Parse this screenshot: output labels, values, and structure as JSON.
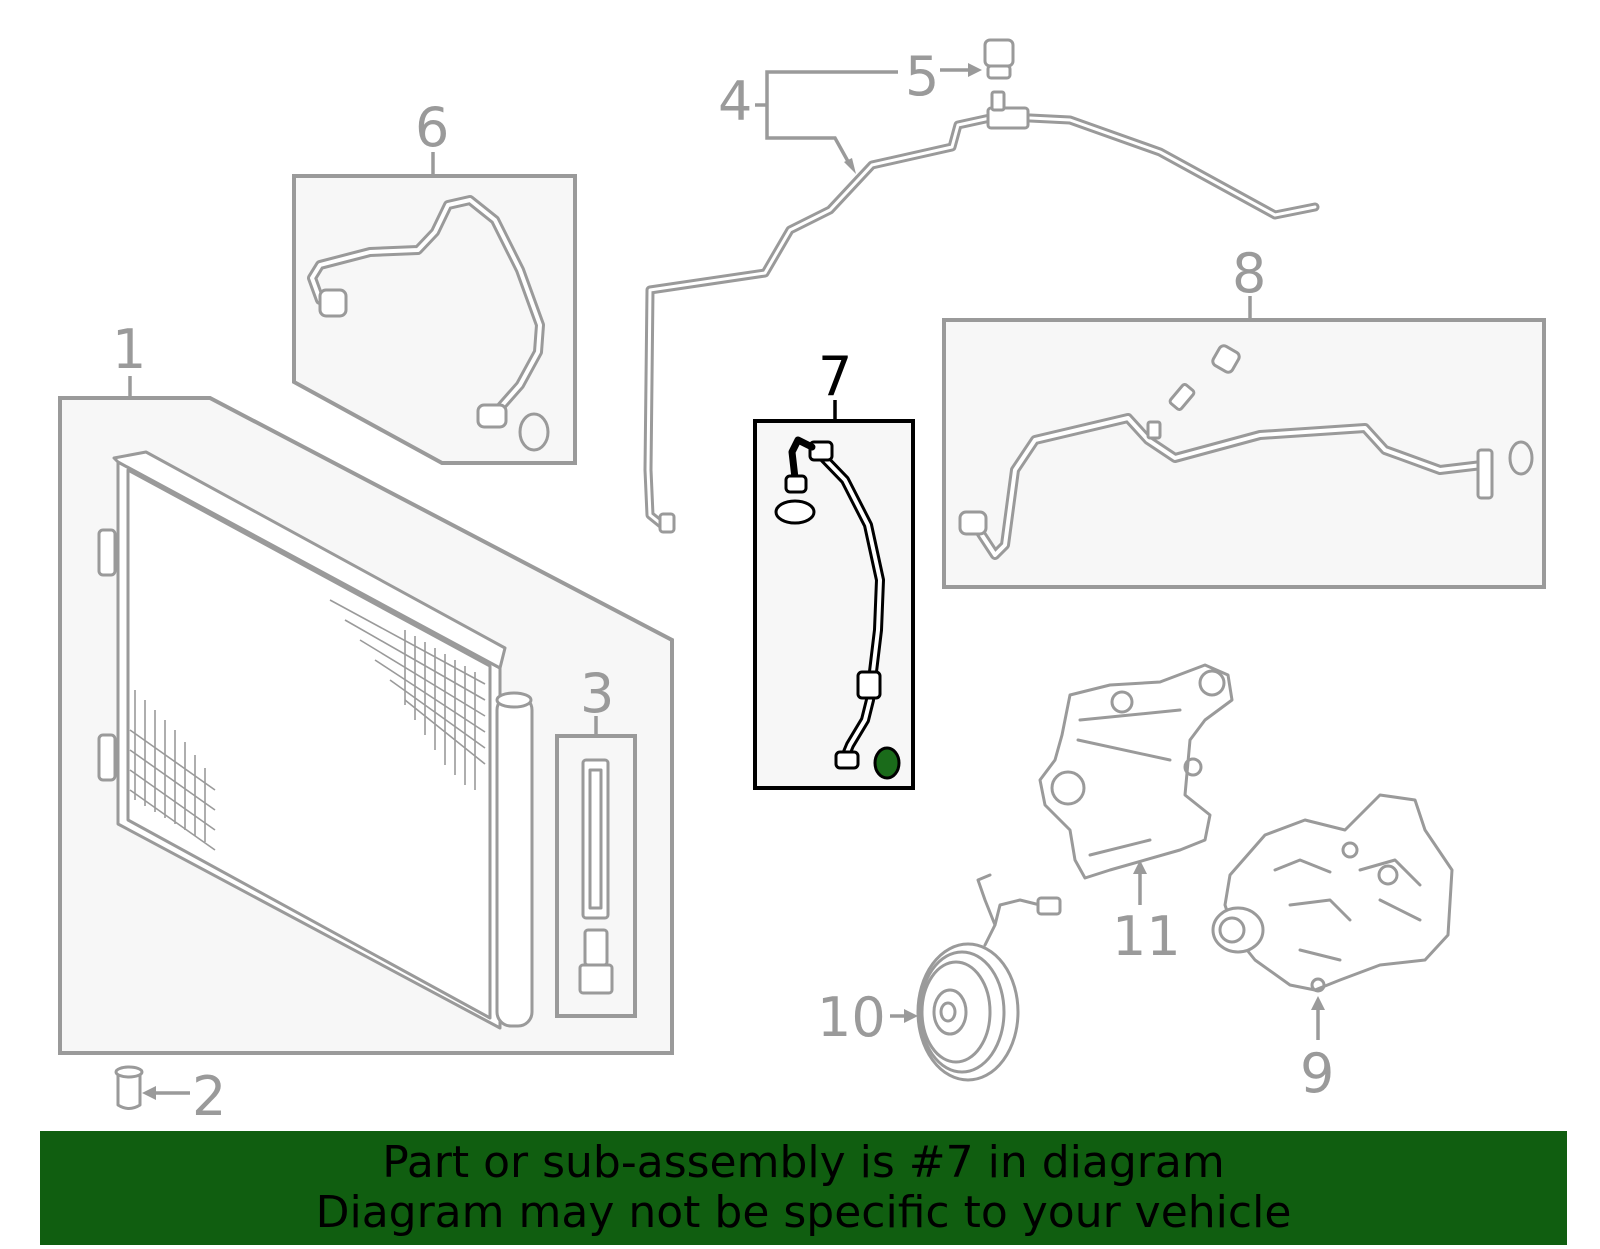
{
  "callouts": {
    "c1": "1",
    "c2": "2",
    "c3": "3",
    "c4": "4",
    "c5": "5",
    "c6": "6",
    "c7": "7",
    "c8": "8",
    "c9": "9",
    "c10": "10",
    "c11": "11"
  },
  "highlighted_part": "7",
  "banner": {
    "line1": "Part or sub-assembly is #7 in diagram",
    "line2": "Diagram may not be specific to your vehicle"
  },
  "colors": {
    "banner": "#105e10",
    "highlight_seal": "#1a6b1a",
    "part_line": "#9a9a9a",
    "highlight_line": "#000000"
  }
}
